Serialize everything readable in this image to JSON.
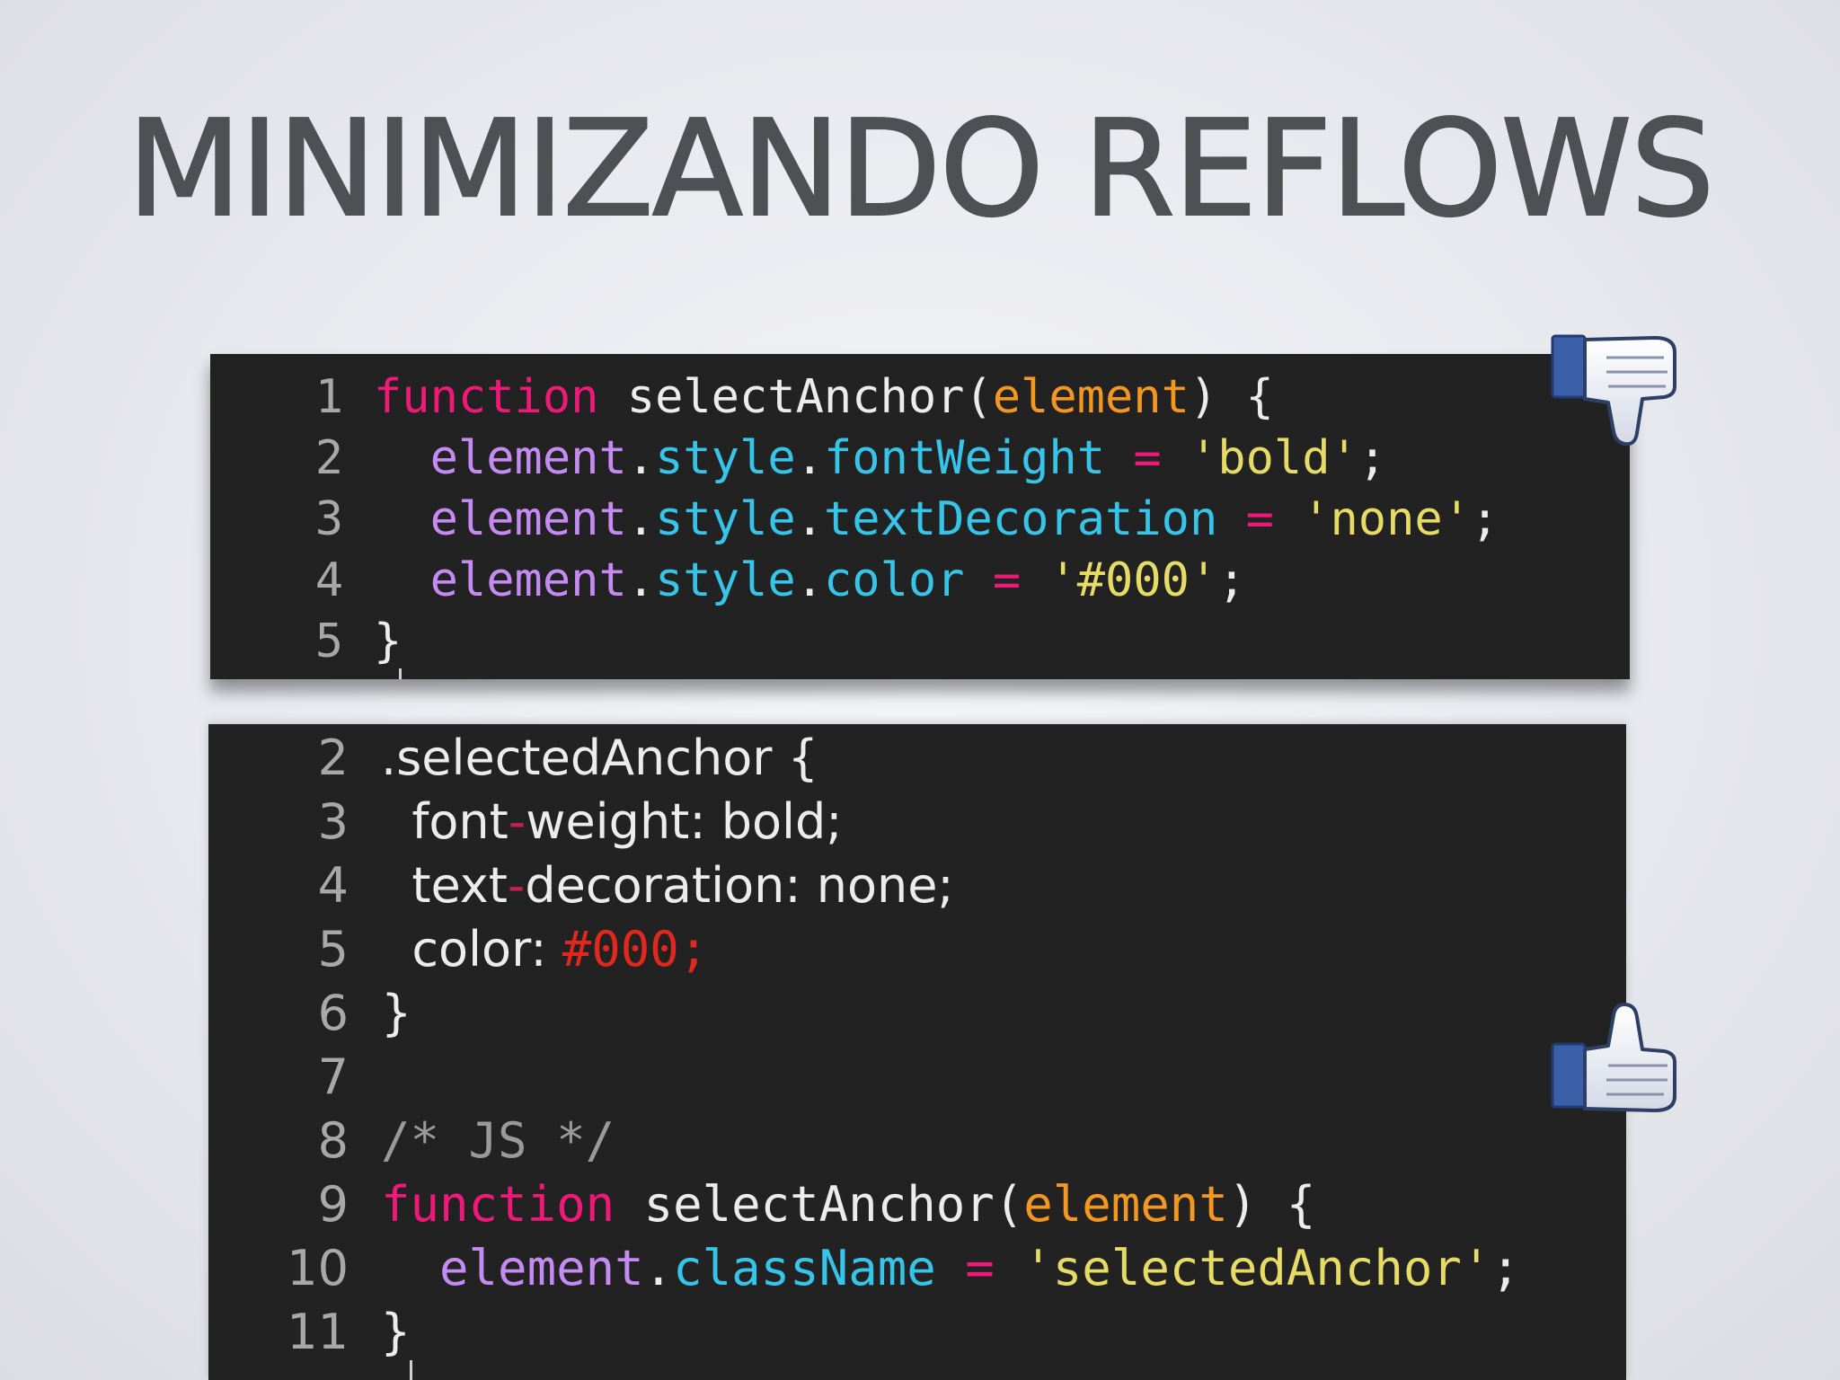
{
  "slide": {
    "title": "MINIMIZANDO REFLOWS"
  },
  "code_top": {
    "icon": "thumbs-down-icon",
    "lines": [
      {
        "num": "1",
        "tokens": [
          {
            "t": "function",
            "c": "kw"
          },
          {
            "t": " selectAnchor(",
            "c": "punc"
          },
          {
            "t": "element",
            "c": "param"
          },
          {
            "t": ") {",
            "c": "punc"
          }
        ]
      },
      {
        "num": "2",
        "tokens": [
          {
            "t": "  ",
            "c": "punc"
          },
          {
            "t": "element",
            "c": "obj"
          },
          {
            "t": ".",
            "c": "punc"
          },
          {
            "t": "style",
            "c": "prop"
          },
          {
            "t": ".",
            "c": "punc"
          },
          {
            "t": "fontWeight",
            "c": "prop"
          },
          {
            "t": " ",
            "c": "punc"
          },
          {
            "t": "=",
            "c": "op"
          },
          {
            "t": " ",
            "c": "punc"
          },
          {
            "t": "'bold'",
            "c": "str"
          },
          {
            "t": ";",
            "c": "punc"
          }
        ]
      },
      {
        "num": "3",
        "tokens": [
          {
            "t": "  ",
            "c": "punc"
          },
          {
            "t": "element",
            "c": "obj"
          },
          {
            "t": ".",
            "c": "punc"
          },
          {
            "t": "style",
            "c": "prop"
          },
          {
            "t": ".",
            "c": "punc"
          },
          {
            "t": "textDecoration",
            "c": "prop"
          },
          {
            "t": " ",
            "c": "punc"
          },
          {
            "t": "=",
            "c": "op"
          },
          {
            "t": " ",
            "c": "punc"
          },
          {
            "t": "'none'",
            "c": "str"
          },
          {
            "t": ";",
            "c": "punc"
          }
        ]
      },
      {
        "num": "4",
        "tokens": [
          {
            "t": "  ",
            "c": "punc"
          },
          {
            "t": "element",
            "c": "obj"
          },
          {
            "t": ".",
            "c": "punc"
          },
          {
            "t": "style",
            "c": "prop"
          },
          {
            "t": ".",
            "c": "punc"
          },
          {
            "t": "color",
            "c": "prop"
          },
          {
            "t": " ",
            "c": "punc"
          },
          {
            "t": "=",
            "c": "op"
          },
          {
            "t": " ",
            "c": "punc"
          },
          {
            "t": "'#000'",
            "c": "str"
          },
          {
            "t": ";",
            "c": "punc"
          }
        ]
      },
      {
        "num": "5",
        "tokens": [
          {
            "t": "}",
            "c": "punc"
          }
        ]
      }
    ]
  },
  "code_bottom": {
    "icon": "thumbs-up-icon",
    "lines": [
      {
        "num": "2",
        "tokens": [
          {
            "t": ".selectedAnchor {",
            "c": "punc"
          }
        ]
      },
      {
        "num": "3",
        "tokens": [
          {
            "t": "  font",
            "c": "punc"
          },
          {
            "t": "-",
            "c": "dash"
          },
          {
            "t": "weight: bold;",
            "c": "punc"
          }
        ]
      },
      {
        "num": "4",
        "tokens": [
          {
            "t": "  text",
            "c": "punc"
          },
          {
            "t": "-",
            "c": "dash"
          },
          {
            "t": "decoration: none;",
            "c": "punc"
          }
        ]
      },
      {
        "num": "5",
        "tokens": [
          {
            "t": "  color: ",
            "c": "punc"
          },
          {
            "t": "#000;",
            "c": "red mono"
          }
        ]
      },
      {
        "num": "6",
        "tokens": [
          {
            "t": "}",
            "c": "punc"
          }
        ]
      },
      {
        "num": "7",
        "tokens": []
      },
      {
        "num": "8",
        "tokens": [
          {
            "t": "/* JS */",
            "c": "cmt mono"
          }
        ]
      },
      {
        "num": "9",
        "tokens": [
          {
            "t": "function",
            "c": "kw mono"
          },
          {
            "t": " selectAnchor(",
            "c": "punc mono"
          },
          {
            "t": "element",
            "c": "param mono"
          },
          {
            "t": ") {",
            "c": "punc mono"
          }
        ]
      },
      {
        "num": "10",
        "tokens": [
          {
            "t": "  ",
            "c": "punc mono"
          },
          {
            "t": "element",
            "c": "obj mono"
          },
          {
            "t": ".",
            "c": "punc mono"
          },
          {
            "t": "className",
            "c": "prop mono"
          },
          {
            "t": " ",
            "c": "punc mono"
          },
          {
            "t": "=",
            "c": "op mono"
          },
          {
            "t": " ",
            "c": "punc mono"
          },
          {
            "t": "'selectedAnchor'",
            "c": "str mono"
          },
          {
            "t": ";",
            "c": "punc mono"
          }
        ]
      },
      {
        "num": "11",
        "tokens": [
          {
            "t": "}",
            "c": "punc mono"
          }
        ]
      }
    ]
  },
  "colors": {
    "background": "#e8e9ee",
    "title": "#4f5053",
    "editor_bg": "#222223",
    "keyword": "#f0197a",
    "parameter": "#f2971f",
    "object": "#c58bf2",
    "property": "#36c4e8",
    "string": "#e6db64",
    "thumb_cuff": "#3b5fa8"
  }
}
